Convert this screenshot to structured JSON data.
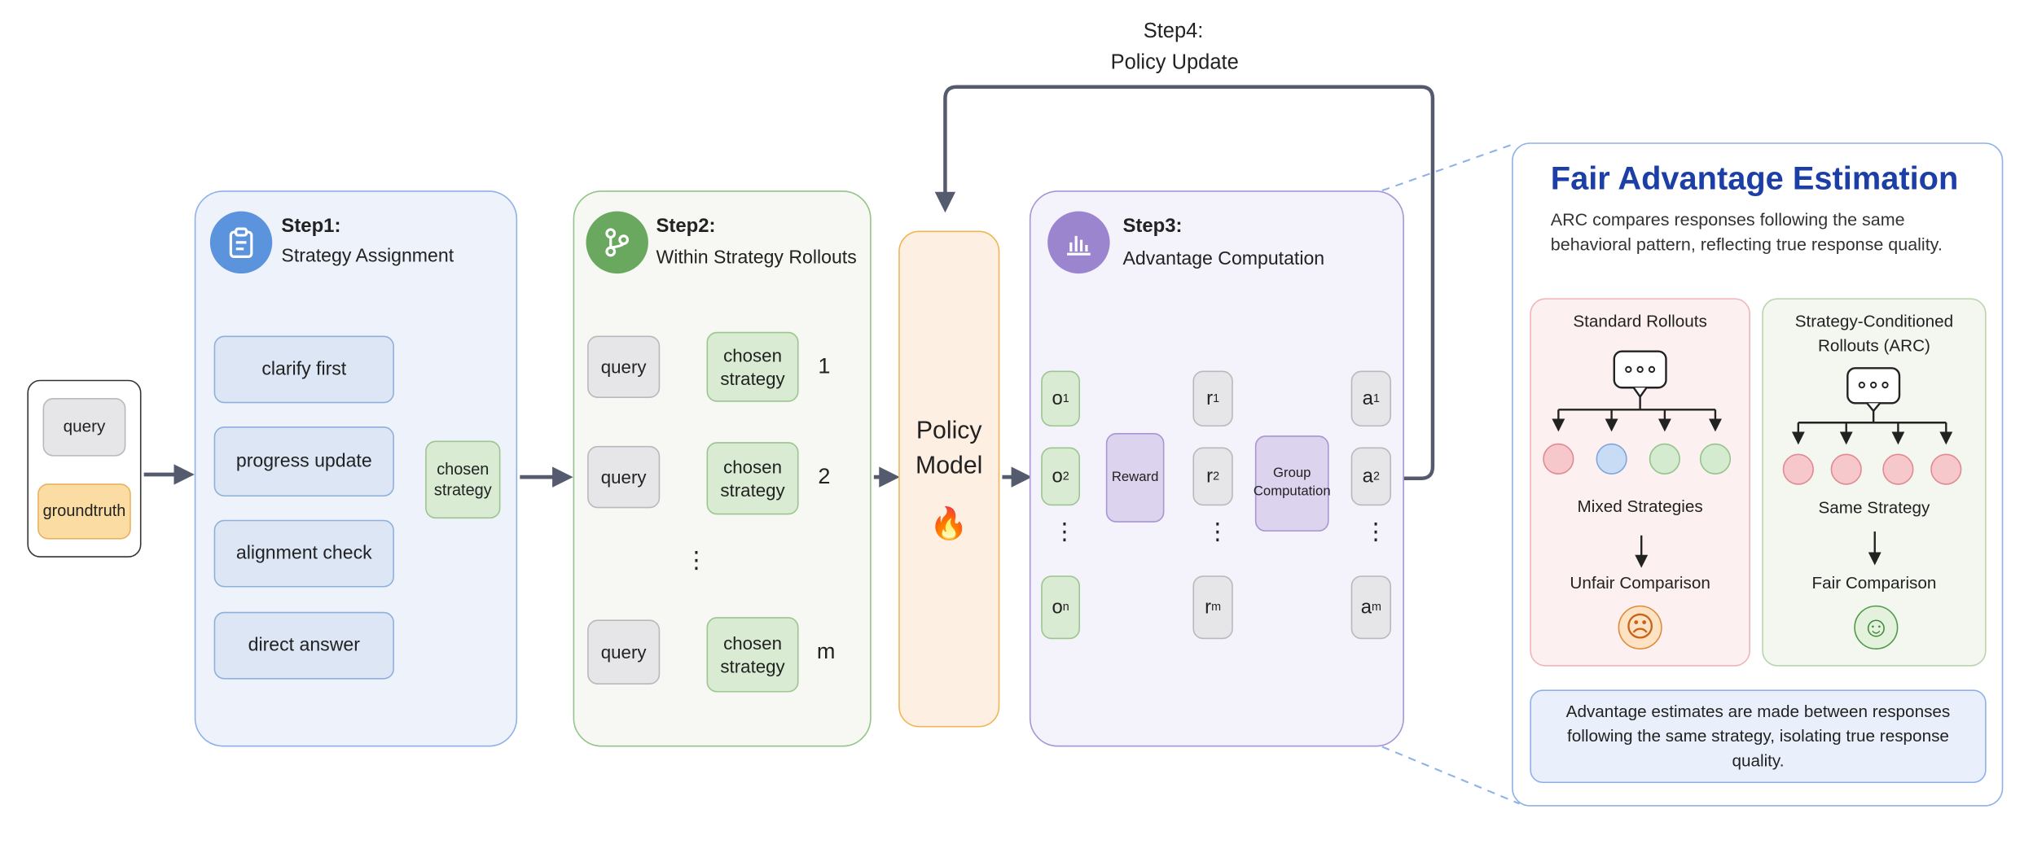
{
  "input": {
    "query": "query",
    "groundtruth": "groundtruth"
  },
  "step1": {
    "title": "Step1:",
    "subtitle": "Strategy Assignment",
    "strategies": [
      "clarify first",
      "progress update",
      "alignment check",
      "direct answer"
    ],
    "chosen": "chosen strategy"
  },
  "step2": {
    "title": "Step2:",
    "subtitle": "Within Strategy Rollouts",
    "rows": [
      {
        "query": "query",
        "chosen": "chosen strategy",
        "index": "1"
      },
      {
        "query": "query",
        "chosen": "chosen strategy",
        "index": "2"
      },
      {
        "query": "query",
        "chosen": "chosen strategy",
        "index": "m"
      }
    ],
    "ellipsis": "⋮"
  },
  "policy": {
    "line1": "Policy",
    "line2": "Model",
    "icon": "flame-icon",
    "emoji": "🔥"
  },
  "step4": {
    "line1": "Step4:",
    "line2": "Policy Update"
  },
  "step3": {
    "title": "Step3:",
    "subtitle": "Advantage Computation",
    "outputs": {
      "first": "o",
      "first_sub": "1",
      "second": "o",
      "second_sub": "2",
      "last": "o",
      "last_sub": "n"
    },
    "rewards": {
      "first": "r",
      "first_sub": "1",
      "second": "r",
      "second_sub": "2",
      "last": "r",
      "last_sub": "m"
    },
    "advantages": {
      "first": "a",
      "first_sub": "1",
      "second": "a",
      "second_sub": "2",
      "last": "a",
      "last_sub": "m"
    },
    "reward_label": "Reward",
    "group_label": "Group Computation",
    "ellipsis": "⋮"
  },
  "fair": {
    "title": "Fair Advantage Estimation",
    "description": "ARC compares responses following the same behavioral pattern, reflecting true response quality.",
    "standard": {
      "title": "Standard Rollouts",
      "mixed": "Mixed Strategies",
      "result": "Unfair Comparison",
      "face": "☹",
      "circle_colors": [
        "#f6c8cb",
        "#c9dcf5",
        "#d4ebcf",
        "#d4ebcf"
      ]
    },
    "arc": {
      "title_line1": "Strategy-Conditioned",
      "title_line2": "Rollouts (ARC)",
      "same": "Same Strategy",
      "result": "Fair Comparison",
      "face": "☺",
      "circle_colors": [
        "#f6c8cb",
        "#f6c8cb",
        "#f6c8cb",
        "#f6c8cb"
      ]
    },
    "note": "Advantage estimates are made between responses following the same strategy, isolating true response quality."
  },
  "colors": {
    "arrow": "#555b6e",
    "step1_accent": "#5b93dc",
    "step2_accent": "#6aa75f",
    "step3_accent": "#9b85cf",
    "fair_title": "#1b3fa6",
    "policy_border": "#f0b552"
  }
}
